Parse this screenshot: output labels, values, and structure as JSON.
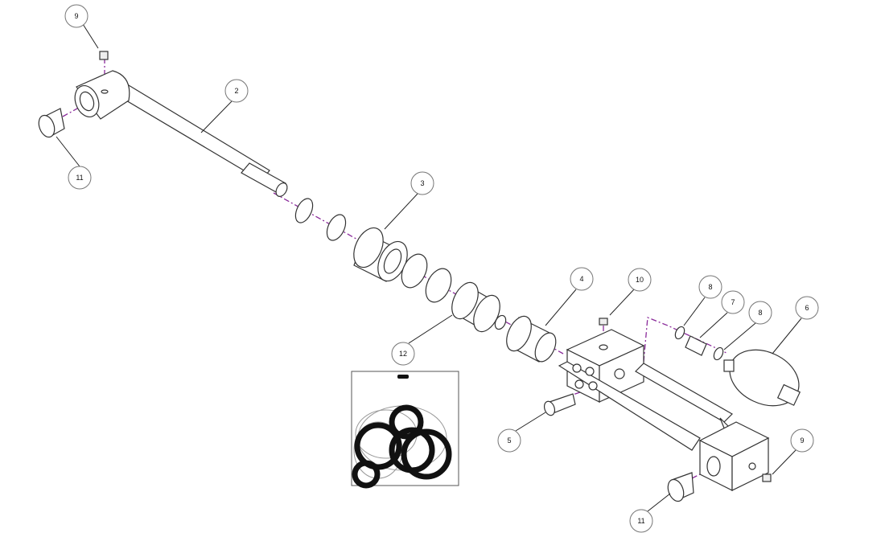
{
  "diagram": {
    "type": "exploded-parts-diagram",
    "callouts": [
      {
        "id": "callout-9-top",
        "label": "9"
      },
      {
        "id": "callout-2",
        "label": "2"
      },
      {
        "id": "callout-11-left",
        "label": "11"
      },
      {
        "id": "callout-3",
        "label": "3"
      },
      {
        "id": "callout-4",
        "label": "4"
      },
      {
        "id": "callout-10",
        "label": "10"
      },
      {
        "id": "callout-8-a",
        "label": "8"
      },
      {
        "id": "callout-7",
        "label": "7"
      },
      {
        "id": "callout-8-b",
        "label": "8"
      },
      {
        "id": "callout-6",
        "label": "6"
      },
      {
        "id": "callout-12",
        "label": "12"
      },
      {
        "id": "callout-5",
        "label": "5"
      },
      {
        "id": "callout-9-right",
        "label": "9"
      },
      {
        "id": "callout-11-bottom",
        "label": "11"
      }
    ],
    "colors": {
      "axis": "#8a2a9a",
      "line": "#333333",
      "seal": "#111111"
    }
  }
}
